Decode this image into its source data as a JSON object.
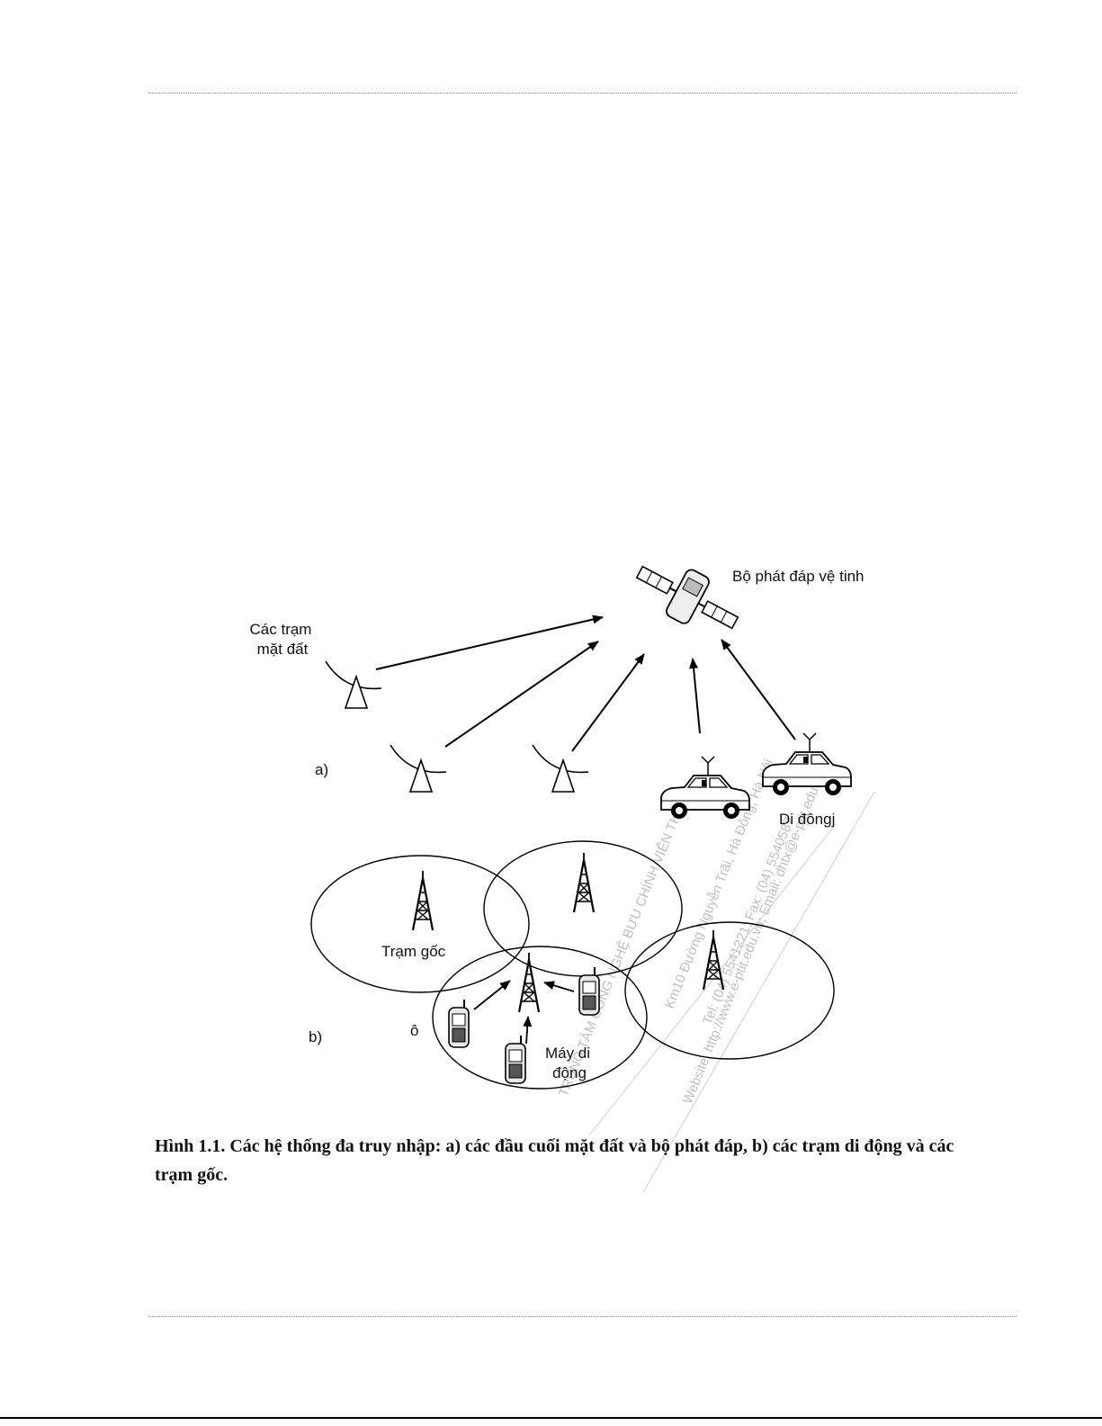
{
  "figure": {
    "satellite_label": "Bộ phát đáp vệ tinh",
    "earth_stations_label": [
      "Các trạm",
      "mặt đất"
    ],
    "part_a_label": "a)",
    "mobile_label": "Di đôngj",
    "base_station_label": "Trạm gốc",
    "part_b_label": "b)",
    "cell_label": "ô",
    "mobile_set_label": [
      "Máy di",
      "động"
    ],
    "watermark_lines": [
      "TRUNG TÂM CÔNG NGHỆ BƯU CHÍNH VIỄN THÔNG",
      "Km10 Đường Nguyễn Trãi, Hà Đông, Hà Nội",
      "Tel: (04) 5541221; Fax: (04) 5540587",
      "Website: http://www.e-ptit.edu.vn; Email: dhtx@e-ptit.edu.vn"
    ]
  },
  "caption": "Hình 1.1.  Các hệ thống đa truy nhập: a) các đầu cuối mặt đất và bộ phát đáp, b) các trạm di động và  các trạm gốc."
}
